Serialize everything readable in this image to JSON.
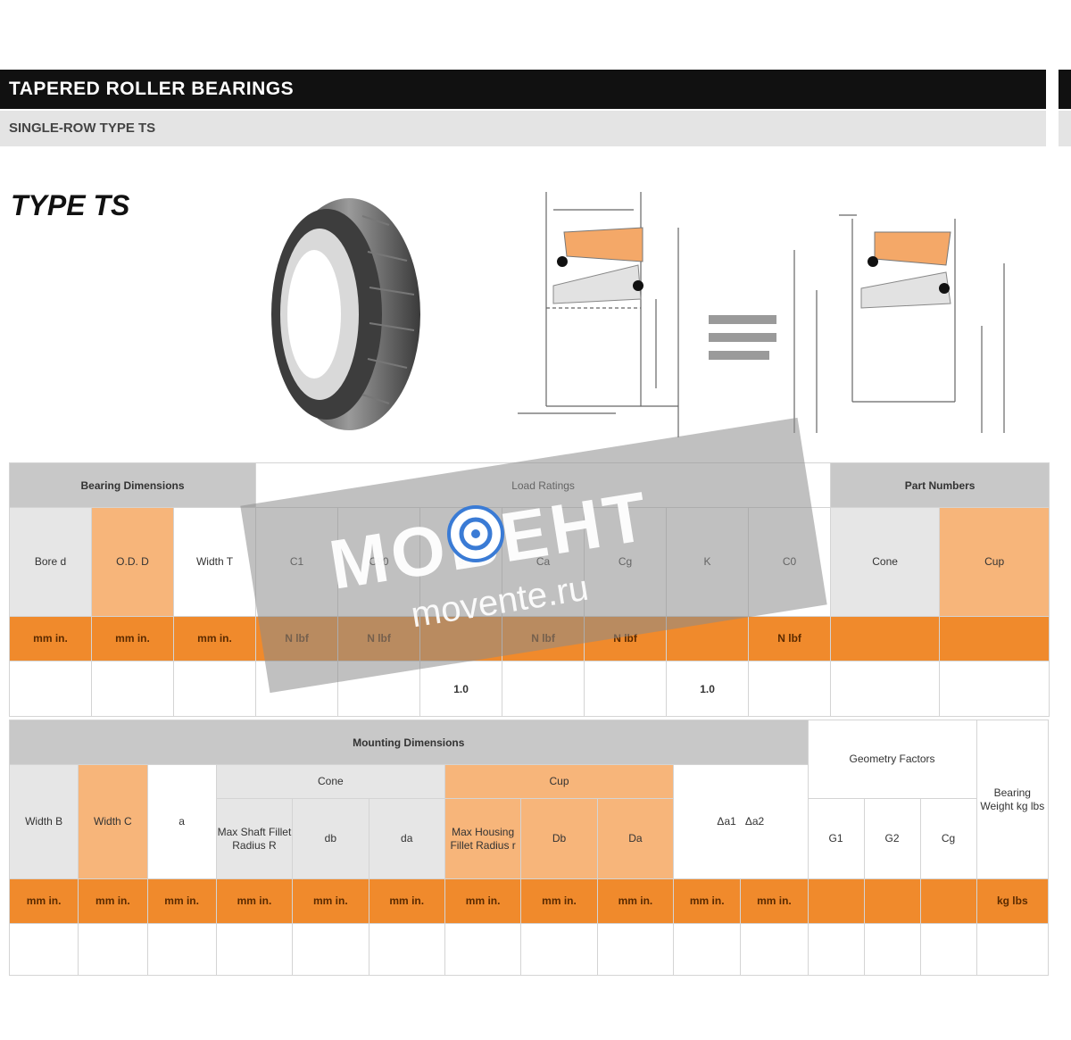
{
  "header": {
    "title": "TAPERED ROLLER BEARINGS",
    "subtitle": "SINGLE-ROW TYPE TS"
  },
  "section": {
    "type_label": "TYPE TS"
  },
  "watermark": {
    "brand": "MOBEHT",
    "url": "movente.ru"
  },
  "table1": {
    "group_dimensions": "Bearing Dimensions",
    "group_ratings": "Load Ratings",
    "group_parts": "Part Numbers",
    "col_bore": "Bore d",
    "col_od": "O.D. D",
    "col_width": "Width T",
    "col_c1": "C1",
    "col_c90": "C90",
    "col_e": "e",
    "col_ca": "Ca",
    "col_cg": "Cg",
    "col_k": "K",
    "col_c0": "C0",
    "col_cone": "Cone",
    "col_cup": "Cup",
    "units": [
      "mm in.",
      "mm in.",
      "mm in.",
      "N lbf",
      "N lbf",
      "",
      "N lbf",
      "N lbf",
      "",
      "N lbf",
      "",
      ""
    ],
    "row1": [
      "",
      "",
      "",
      "",
      "",
      "1.0",
      "",
      "",
      "1.0",
      "",
      "",
      ""
    ],
    "row2": [
      "",
      "",
      "",
      "",
      "",
      "",
      "",
      "",
      "",
      "",
      "",
      ""
    ]
  },
  "table2": {
    "group_mounting": "Mounting Dimensions",
    "group_geometry": "Geometry Factors",
    "group_cone": "Cone",
    "group_cup": "Cup",
    "group_weight": "Bearing Weight kg lbs",
    "col_width_b": "Width B",
    "col_width_c": "Width C",
    "col_a": "a",
    "col_cone_r": "Max Shaft Fillet Radius R",
    "col_cone_db": "db",
    "col_cone_da": "da",
    "col_cup_r": "Max Housing Fillet Radius r",
    "col_cup_db": "Db",
    "col_cup_da": "Da",
    "col_gap1": "Δa1",
    "col_gap2": "Δa2",
    "col_g1": "G1",
    "col_g2": "G2",
    "col_g3": "Cg",
    "units": [
      "mm in.",
      "mm in.",
      "mm in.",
      "mm in.",
      "mm in.",
      "mm in.",
      "mm in.",
      "mm in.",
      "mm in.",
      "mm in.",
      "mm in.",
      "",
      "",
      "",
      "kg lbs"
    ]
  },
  "colors": {
    "header_bg": "#111111",
    "subheader_bg": "#e4e4e4",
    "units_row": "#f08a2c",
    "accent_col": "#f7b57a",
    "group_header": "#c8c8c8"
  }
}
